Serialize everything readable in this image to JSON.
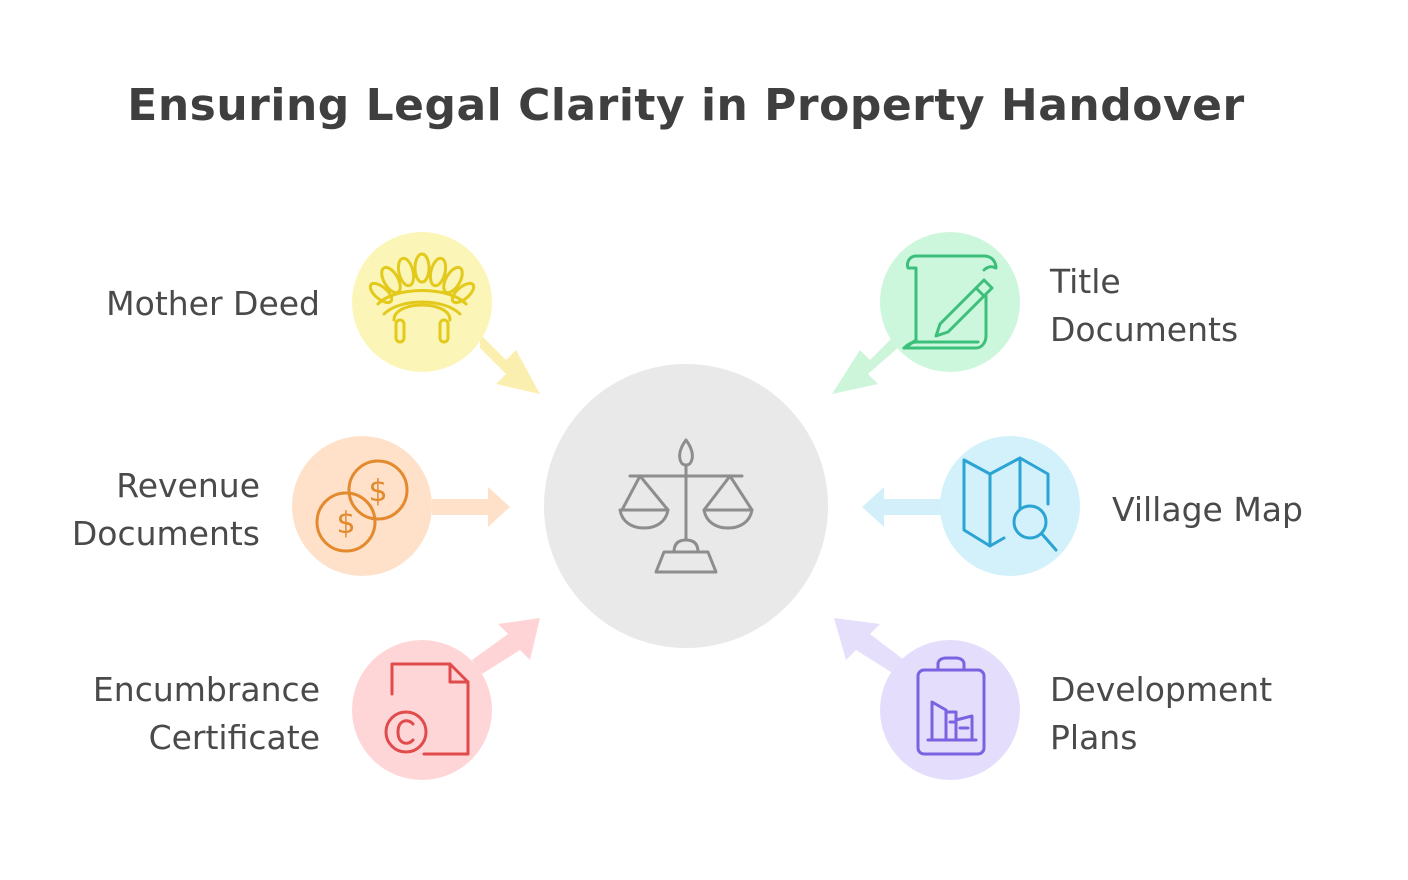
{
  "title": "Ensuring Legal Clarity in Property Handover",
  "center": {
    "icon": "balance-scale-icon",
    "color": "#e9e9e9"
  },
  "nodes": [
    {
      "id": "mother-deed",
      "lines": [
        "Mother Deed"
      ],
      "icon": "headdress-icon",
      "color": "#fbf6b7",
      "icon_color": "#e3c91c",
      "arrow_color": "#fbefb0"
    },
    {
      "id": "revenue-documents",
      "lines": [
        "Revenue",
        "Documents"
      ],
      "icon": "coins-icon",
      "color": "#ffe1c9",
      "icon_color": "#e38a2f",
      "arrow_color": "#ffe0c8"
    },
    {
      "id": "encumbrance-certificate",
      "lines": [
        "Encumbrance",
        "Certificate"
      ],
      "icon": "copyright-document-icon",
      "color": "#ffd6d8",
      "icon_color": "#e04b4b",
      "arrow_color": "#ffd4d6"
    },
    {
      "id": "title-documents",
      "lines": [
        "Title",
        "Documents"
      ],
      "icon": "scroll-pen-icon",
      "color": "#cdf7dc",
      "icon_color": "#3cbf7a",
      "arrow_color": "#cdf5da"
    },
    {
      "id": "village-map",
      "lines": [
        "Village Map"
      ],
      "icon": "map-search-icon",
      "color": "#d3f1fb",
      "icon_color": "#2ba3d3",
      "arrow_color": "#d3f0fa"
    },
    {
      "id": "development-plans",
      "lines": [
        "Development",
        "Plans"
      ],
      "icon": "clipboard-building-icon",
      "color": "#e4defc",
      "icon_color": "#7b62e0",
      "arrow_color": "#e5dffc"
    }
  ]
}
